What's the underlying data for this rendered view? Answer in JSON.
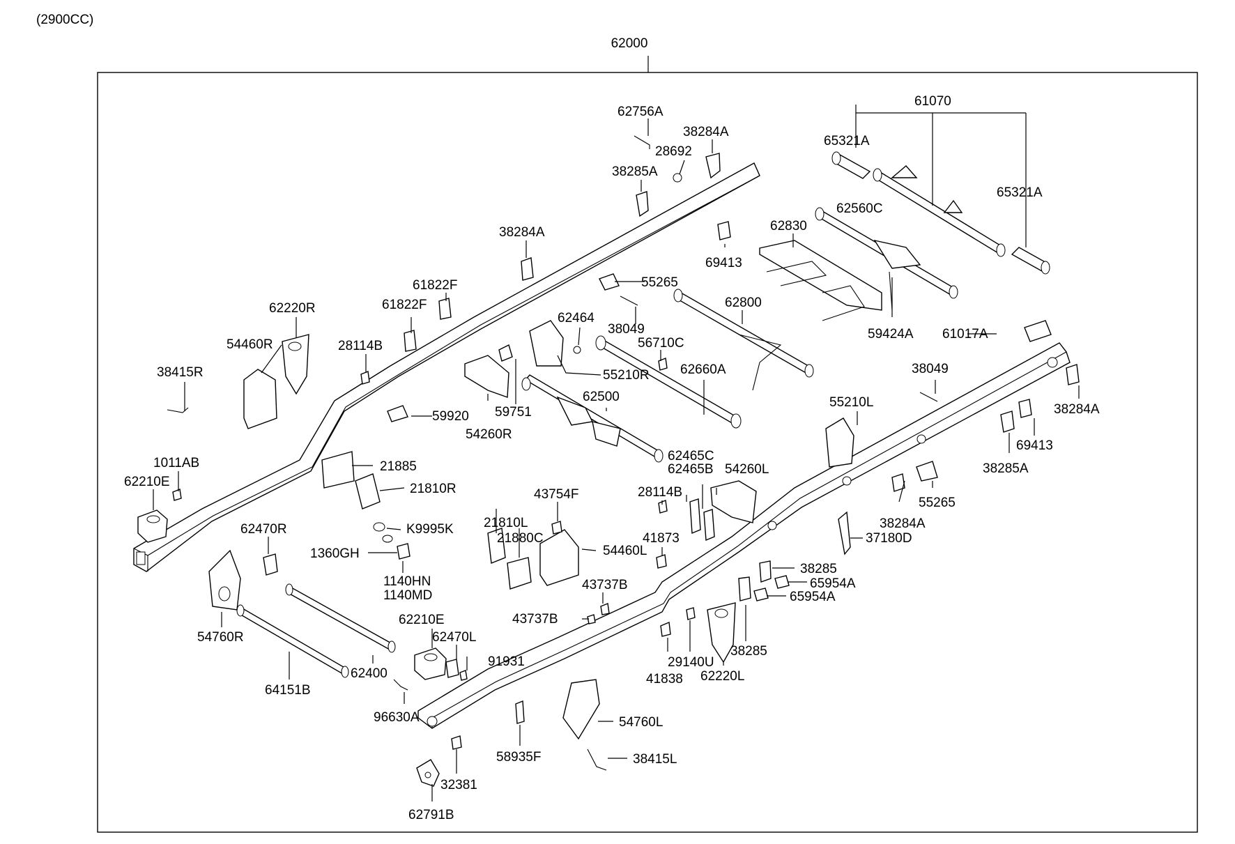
{
  "engine_label": "(2900CC)",
  "assembly_label": "62000",
  "labels": {
    "l62756A": "62756A",
    "l38284A_1": "38284A",
    "l28692": "28692",
    "l38285A_1": "38285A",
    "l61070": "61070",
    "l65321A_1": "65321A",
    "l65321A_2": "65321A",
    "l62560C": "62560C",
    "l62830": "62830",
    "l69413_1": "69413",
    "l38284A_2": "38284A",
    "l55265_1": "55265",
    "l62800": "62800",
    "l59424A": "59424A",
    "l61017A": "61017A",
    "l61822F_1": "61822F",
    "l61822F_2": "61822F",
    "l62220R": "62220R",
    "l54460R": "54460R",
    "l28114B_1": "28114B",
    "l38049_1": "38049",
    "l62464": "62464",
    "l56710C": "56710C",
    "l55210R": "55210R",
    "l62660A": "62660A",
    "l38415R": "38415R",
    "l59920": "59920",
    "l59751": "59751",
    "l54260R": "54260R",
    "l62500": "62500",
    "l38049_2": "38049",
    "l38284A_3": "38284A",
    "l69413_2": "69413",
    "l38285A_2": "38285A",
    "l55210L": "55210L",
    "l1011AB": "1011AB",
    "l62210E_1": "62210E",
    "l21885": "21885",
    "l21810R": "21810R",
    "l62465C": "62465C",
    "l62465B": "62465B",
    "l54260L": "54260L",
    "l43754F": "43754F",
    "l28114B_2": "28114B",
    "l41873": "41873",
    "l55265_2": "55265",
    "l38284A_4": "38284A",
    "lK9995K": "K9995K",
    "l1360GH": "1360GH",
    "l21810L": "21810L",
    "l21880C": "21880C",
    "l54460L": "54460L",
    "l37180D": "37180D",
    "l62470R": "62470R",
    "l1140HN": "1140HN",
    "l1140MD": "1140MD",
    "l43737B_1": "43737B",
    "l43737B_2": "43737B",
    "l38285_1": "38285",
    "l65954A_1": "65954A",
    "l65954A_2": "65954A",
    "l54760R": "54760R",
    "l62210E_2": "62210E",
    "l62470L": "62470L",
    "l91931": "91931",
    "l29140U": "29140U",
    "l38285_2": "38285",
    "l41838": "41838",
    "l62220L": "62220L",
    "l62400": "62400",
    "l64151B": "64151B",
    "l96630A": "96630A",
    "l54760L": "54760L",
    "l58935F": "58935F",
    "l38415L": "38415L",
    "l32381": "32381",
    "l62791B": "62791B"
  }
}
